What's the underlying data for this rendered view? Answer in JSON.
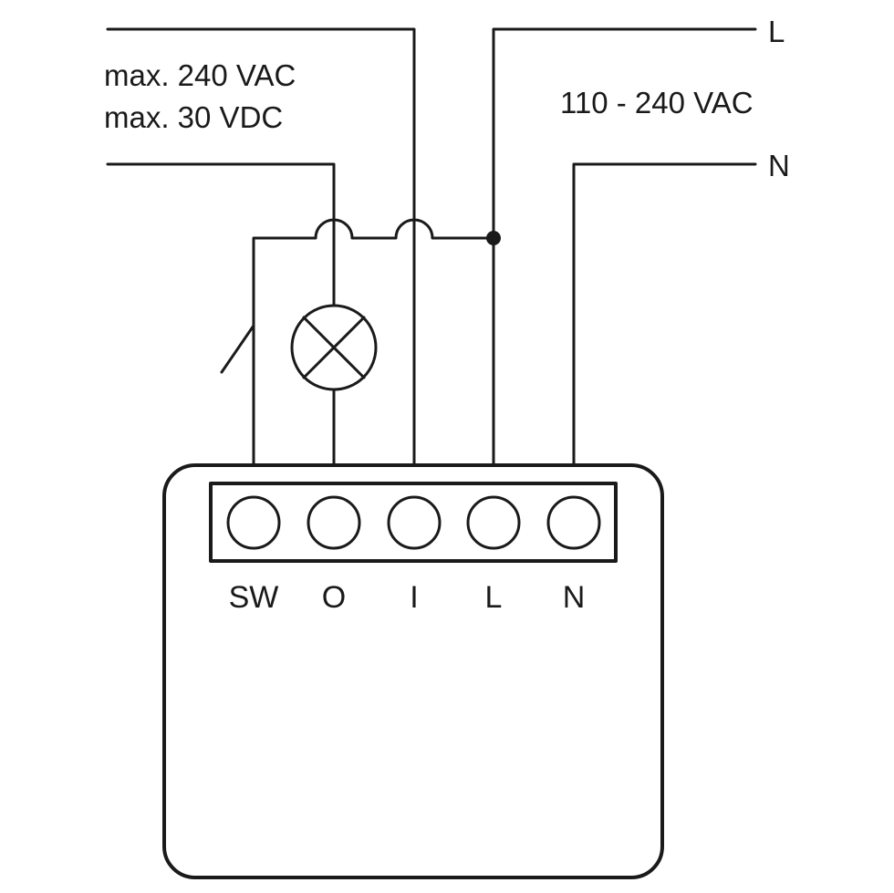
{
  "specs": {
    "ac_max": "max. 240 VAC",
    "dc_max": "max. 30 VDC",
    "supply": "110 - 240 VAC"
  },
  "lines": {
    "live": "L",
    "neutral": "N"
  },
  "terminals": [
    "SW",
    "O",
    "I",
    "L",
    "N"
  ],
  "colors": {
    "stroke": "#1a1a1a",
    "background": "#ffffff"
  },
  "icons": {
    "lamp": "lamp-icon",
    "switch": "switch-icon"
  }
}
